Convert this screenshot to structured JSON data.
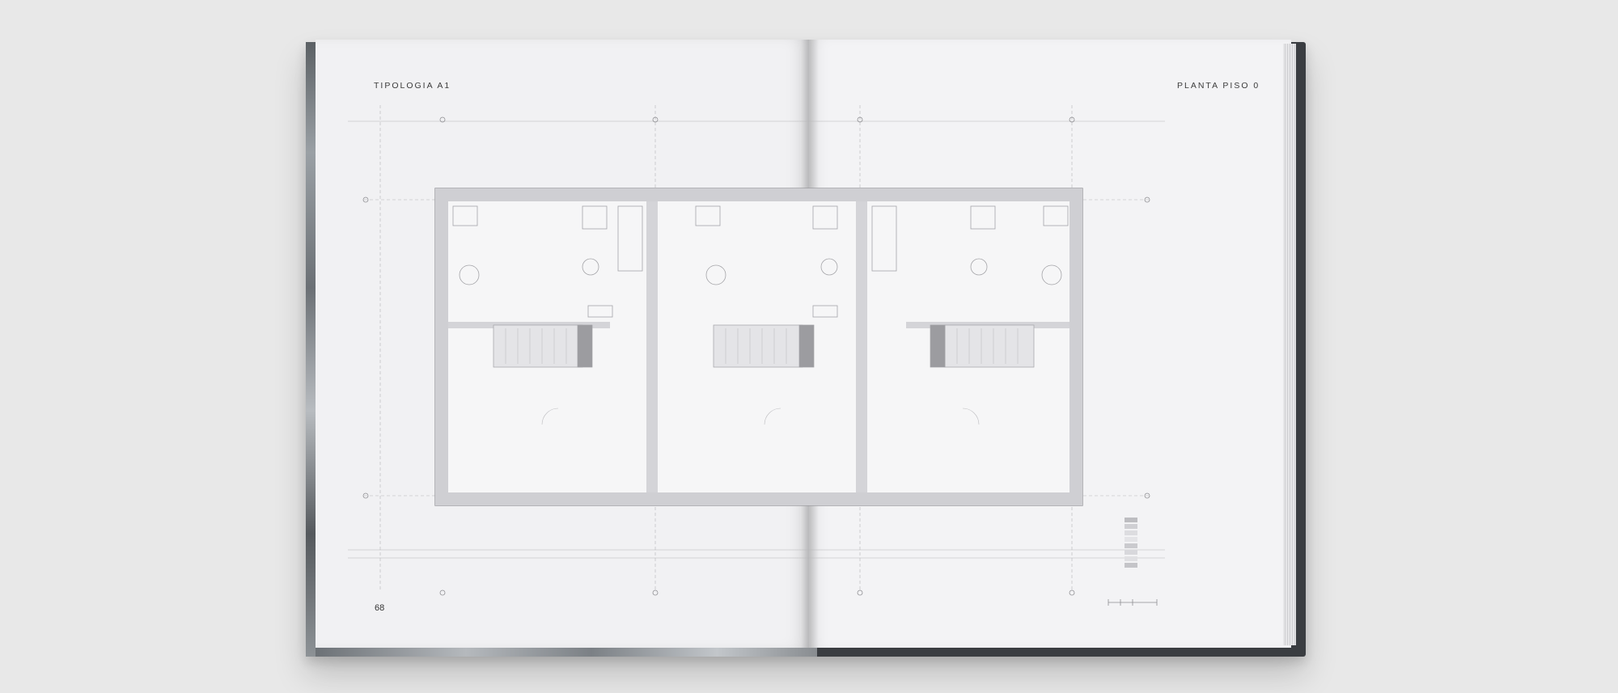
{
  "book": {
    "left_header": "TIPOLOGIA A1",
    "right_header": "PLANTA PISO 0",
    "page_number": "68"
  },
  "colors": {
    "background": "#e8e8e8",
    "page": "#f1f1f3",
    "cover": "#3a3d41",
    "line": "#9a9a9a",
    "wall": "#c8c8cc"
  }
}
